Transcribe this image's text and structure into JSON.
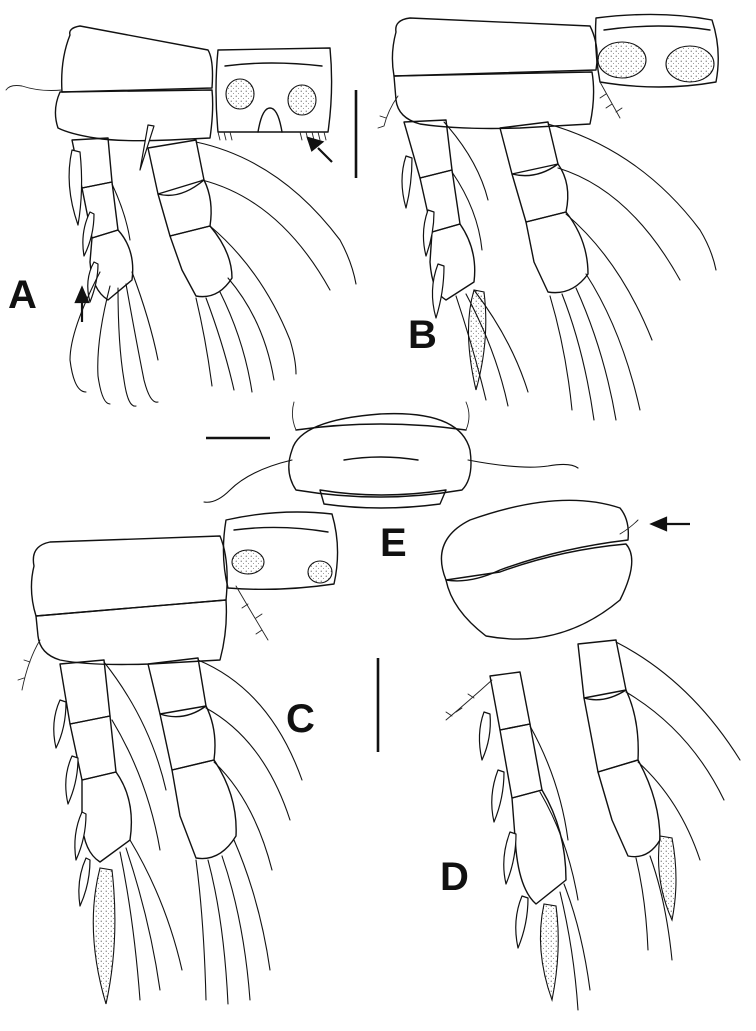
{
  "figure": {
    "panel_labels": {
      "A": "A",
      "B": "B",
      "C": "C",
      "D": "D",
      "E": "E"
    }
  }
}
